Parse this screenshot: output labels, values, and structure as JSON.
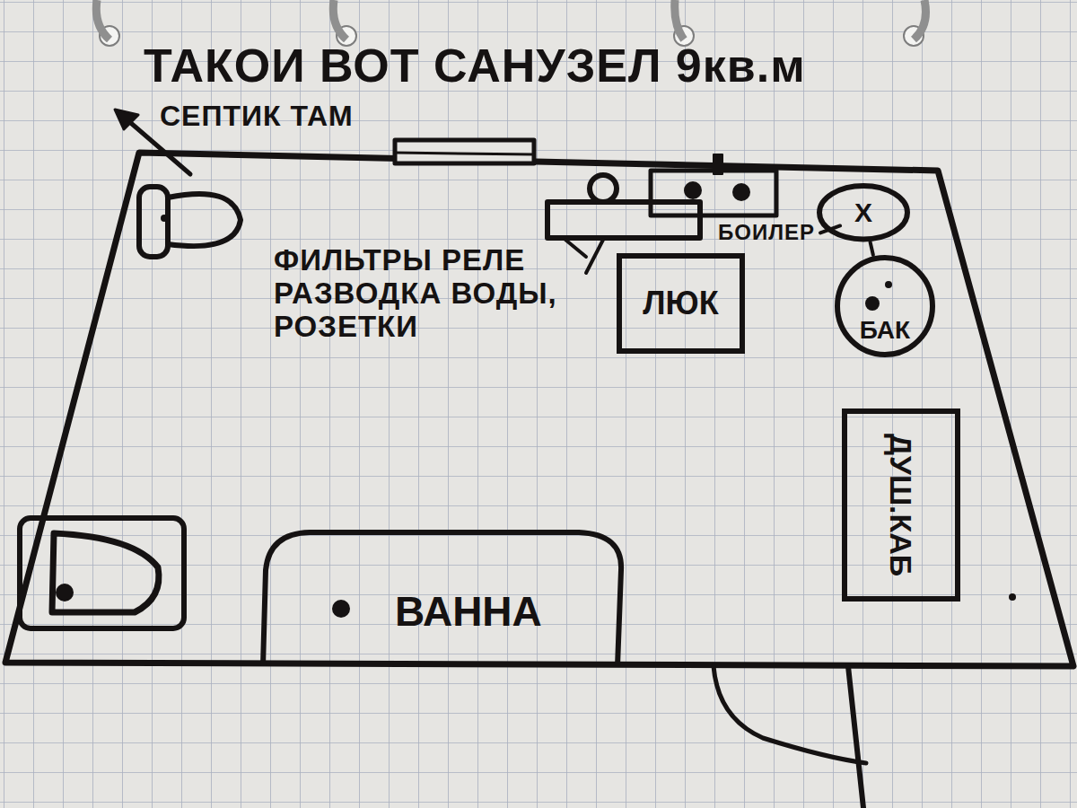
{
  "diagram": {
    "title": "ТАКОИ ВОТ САНУЗЕЛ 9кв.м",
    "nodes": [
      {
        "text": [
          "ЛЮК"
        ]
      },
      {
        "text": [
          "X"
        ]
      },
      {
        "text": [
          "БАК"
        ]
      },
      {
        "text": [
          "ДУШ.КАБ"
        ]
      },
      {
        "text": [
          "ВАННА"
        ]
      }
    ],
    "edges": [
      {
        "from": 1,
        "to": 2,
        "arrow": "none"
      }
    ],
    "labels": [
      "СЕПТИК ТАМ",
      "ФИЛЬТРЫ РЕЛЕ РАЗВОДКА ВОДЫ, РОЗЕТКИ",
      "БОИЛЕР"
    ]
  }
}
